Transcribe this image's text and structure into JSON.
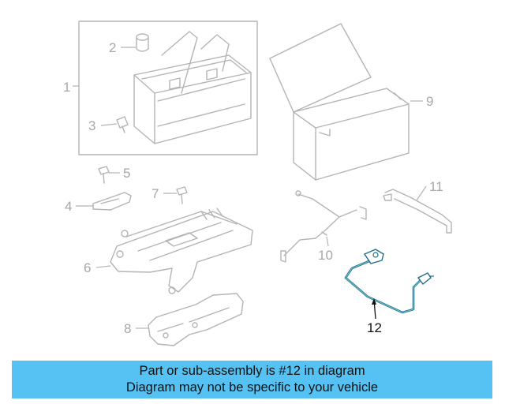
{
  "banner": {
    "line1": "Part or sub-assembly is #12 in diagram",
    "line2": "Diagram may not be specific to your vehicle"
  },
  "callouts": {
    "c1": "1",
    "c2": "2",
    "c3": "3",
    "c4": "4",
    "c5": "5",
    "c6": "6",
    "c7": "7",
    "c8": "8",
    "c9": "9",
    "c10": "10",
    "c11": "11",
    "c12": "12"
  },
  "colors": {
    "banner": "#55c2f3",
    "line_art": "#b4b4b4",
    "highlight_part": "#1f6f86",
    "highlight_text": "#111111"
  }
}
